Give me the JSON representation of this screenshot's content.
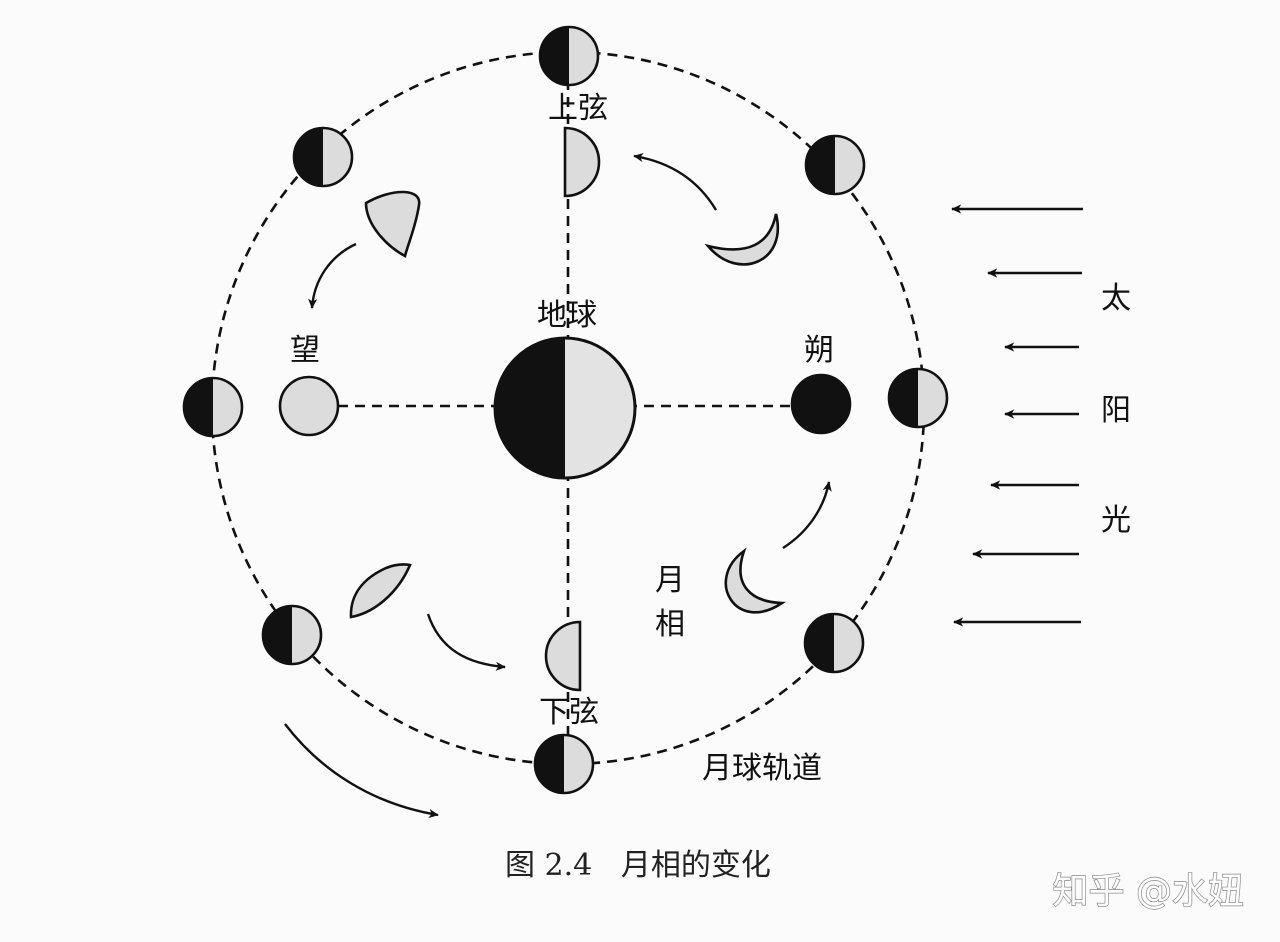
{
  "labels": {
    "first_quarter": "上弦",
    "earth": "地球",
    "full_moon": "望",
    "new_moon": "朔",
    "last_quarter": "下弦",
    "moon_phase_char1": "月",
    "moon_phase_char2": "相",
    "orbit": "月球轨道",
    "sun_char1": "太",
    "sun_char2": "阳",
    "sun_char3": "光"
  },
  "caption": "图 2.4   月相的变化",
  "watermark": "知乎 @水妞",
  "colors": {
    "lit": "#dcdcdc",
    "dark": "#111111",
    "line": "#111111",
    "background": "#fbfbfb"
  },
  "icons": {
    "sun_rays": "left-arrow",
    "orbit_motion": "curved-arrow"
  }
}
